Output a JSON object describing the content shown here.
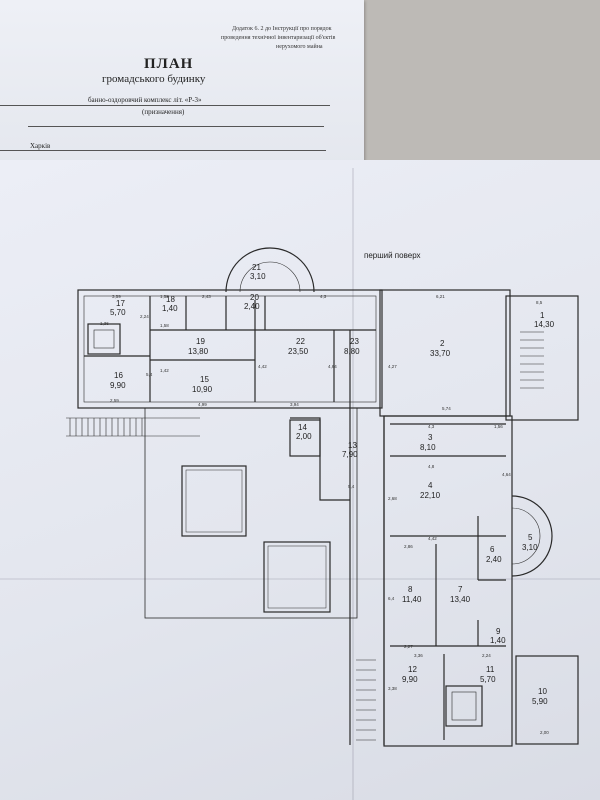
{
  "header": {
    "note": [
      "Додаток 6. 2 до Інструкції про порядок",
      "проведення технічної інвентаризації об'єктів",
      "нерухомого майна"
    ],
    "title": "ПЛАН",
    "subtitle": "громадського будинку",
    "purpose_value": "банно-оздоровчий комплекс літ. «Р-3»",
    "purpose_caption": "(призначення)",
    "city": "Харків"
  },
  "floor_label": "перший поверх",
  "rooms": [
    {
      "n": "1",
      "a": "14,30"
    },
    {
      "n": "2",
      "a": "33,70"
    },
    {
      "n": "3",
      "a": "8,10"
    },
    {
      "n": "4",
      "a": "22,10"
    },
    {
      "n": "5",
      "a": "3,10"
    },
    {
      "n": "6",
      "a": "2,40"
    },
    {
      "n": "7",
      "a": "13,40"
    },
    {
      "n": "8",
      "a": "11,40"
    },
    {
      "n": "9",
      "a": "1,40"
    },
    {
      "n": "10",
      "a": "5,90"
    },
    {
      "n": "11",
      "a": "5,70"
    },
    {
      "n": "12",
      "a": "9,90"
    },
    {
      "n": "13",
      "a": "7,90"
    },
    {
      "n": "14",
      "a": "2,00"
    },
    {
      "n": "15",
      "a": "10,90"
    },
    {
      "n": "16",
      "a": "9,90"
    },
    {
      "n": "17",
      "a": "5,70"
    },
    {
      "n": "18",
      "a": "1,40"
    },
    {
      "n": "19",
      "a": "13,80"
    },
    {
      "n": "20",
      "a": "2,40"
    },
    {
      "n": "21",
      "a": "3,10"
    },
    {
      "n": "22",
      "a": "23,50"
    },
    {
      "n": "23",
      "a": "8,80"
    }
  ],
  "dims": [
    "3,59",
    "1,58",
    "2,43",
    "2,24",
    "1,36",
    "1,58",
    "4,3",
    "6,21",
    "8,5",
    "1,42",
    "5,4",
    "2,59",
    "4,99",
    "3,94",
    "4,42",
    "4,64",
    "4,27",
    "5,74",
    "4,3",
    "1,56",
    "4,8",
    "4,64",
    "5,4",
    "2,68",
    "4,42",
    "2,86",
    "6,4",
    "2,27",
    "3,36",
    "2,24",
    "3,38",
    "2,00"
  ]
}
